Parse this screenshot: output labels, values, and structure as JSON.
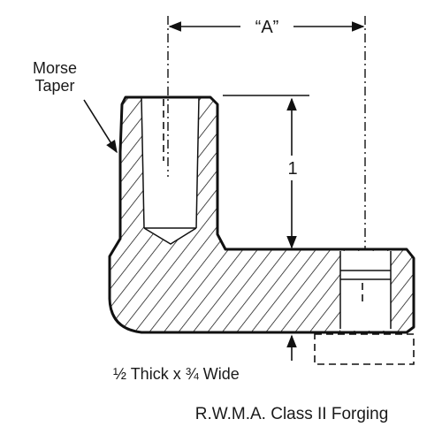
{
  "labels": {
    "dimension_a": "“A”",
    "dimension_1": "1",
    "morse_line1": "Morse",
    "morse_line2": "Taper",
    "thickness_note": "½ Thick x ¾ Wide",
    "caption": "R.W.M.A. Class II Forging"
  },
  "colors": {
    "ink": "#111111",
    "background": "#ffffff"
  }
}
